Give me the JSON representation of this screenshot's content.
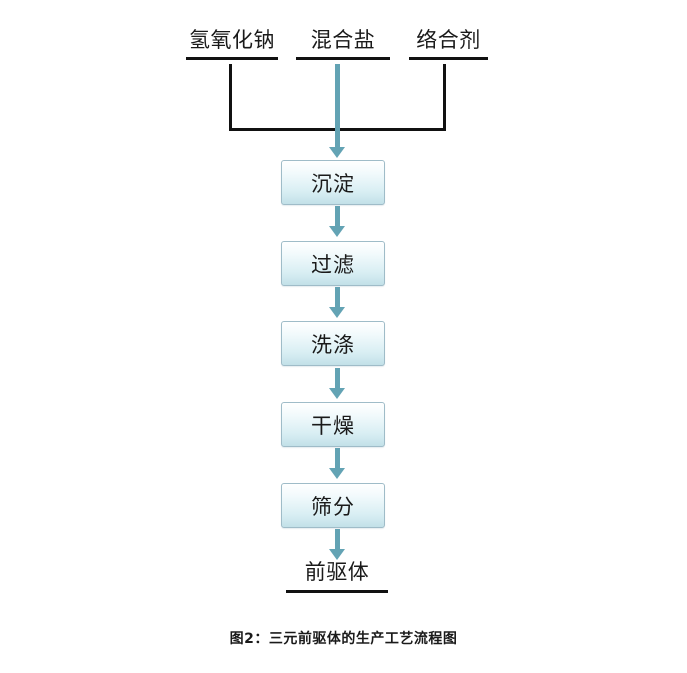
{
  "figure": {
    "caption": "图2：三元前驱体的生产工艺流程图",
    "background_color": "#ffffff",
    "accent_color": "#63a3b4",
    "box_border_color": "#9fbcc8",
    "connector_color": "#111111"
  },
  "inputs": [
    {
      "id": "naoh",
      "label": "氢氧化钠"
    },
    {
      "id": "mixed-salt",
      "label": "混合盐"
    },
    {
      "id": "chelator",
      "label": "络合剂"
    }
  ],
  "process_steps": [
    {
      "id": "precipitation",
      "label": "沉淀"
    },
    {
      "id": "filtration",
      "label": "过滤"
    },
    {
      "id": "washing",
      "label": "洗涤"
    },
    {
      "id": "drying",
      "label": "干燥"
    },
    {
      "id": "sieving",
      "label": "筛分"
    }
  ],
  "output": {
    "id": "precursor",
    "label": "前驱体"
  },
  "chart_data": {
    "type": "diagram",
    "diagram_kind": "process-flowchart",
    "title": "图2：三元前驱体的生产工艺流程图",
    "nodes": [
      {
        "id": "naoh",
        "label": "氢氧化钠",
        "role": "input"
      },
      {
        "id": "mixed-salt",
        "label": "混合盐",
        "role": "input"
      },
      {
        "id": "chelator",
        "label": "络合剂",
        "role": "input"
      },
      {
        "id": "precipitation",
        "label": "沉淀",
        "role": "process"
      },
      {
        "id": "filtration",
        "label": "过滤",
        "role": "process"
      },
      {
        "id": "washing",
        "label": "洗涤",
        "role": "process"
      },
      {
        "id": "drying",
        "label": "干燥",
        "role": "process"
      },
      {
        "id": "sieving",
        "label": "筛分",
        "role": "process"
      },
      {
        "id": "precursor",
        "label": "前驱体",
        "role": "output"
      }
    ],
    "edges": [
      {
        "from": "naoh",
        "to": "precipitation"
      },
      {
        "from": "mixed-salt",
        "to": "precipitation"
      },
      {
        "from": "chelator",
        "to": "precipitation"
      },
      {
        "from": "precipitation",
        "to": "filtration"
      },
      {
        "from": "filtration",
        "to": "washing"
      },
      {
        "from": "washing",
        "to": "drying"
      },
      {
        "from": "drying",
        "to": "sieving"
      },
      {
        "from": "sieving",
        "to": "precursor"
      }
    ],
    "orientation": "top-to-bottom",
    "legend": []
  }
}
